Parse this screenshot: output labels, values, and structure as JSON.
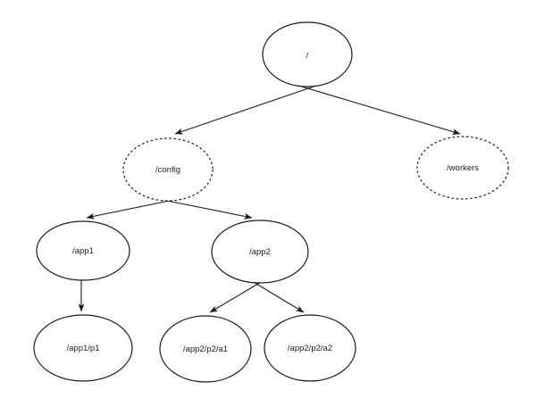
{
  "diagram": {
    "type": "tree",
    "background_color": "#ffffff",
    "stroke_color": "#1c1c1c",
    "text_color": "#1c1c1c",
    "nodes": [
      {
        "id": "root",
        "label": "/",
        "border": "solid"
      },
      {
        "id": "config",
        "label": "/config",
        "border": "dashed"
      },
      {
        "id": "workers",
        "label": "/workers",
        "border": "dashed"
      },
      {
        "id": "app1",
        "label": "/app1",
        "border": "solid"
      },
      {
        "id": "app2",
        "label": "/app2",
        "border": "solid"
      },
      {
        "id": "app1_p1",
        "label": "/app1/p1",
        "border": "solid"
      },
      {
        "id": "app2_p2_a1",
        "label": "/app2/p2/a1",
        "border": "solid"
      },
      {
        "id": "app2_p2_a2",
        "label": "/app2/p2/a2",
        "border": "solid"
      }
    ],
    "edges": [
      {
        "from": "/",
        "to": "/config"
      },
      {
        "from": "/",
        "to": "/workers"
      },
      {
        "from": "/config",
        "to": "/app1"
      },
      {
        "from": "/config",
        "to": "/app2"
      },
      {
        "from": "/app1",
        "to": "/app1/p1"
      },
      {
        "from": "/app2",
        "to": "/app2/p2/a1"
      },
      {
        "from": "/app2",
        "to": "/app2/p2/a2"
      }
    ]
  }
}
